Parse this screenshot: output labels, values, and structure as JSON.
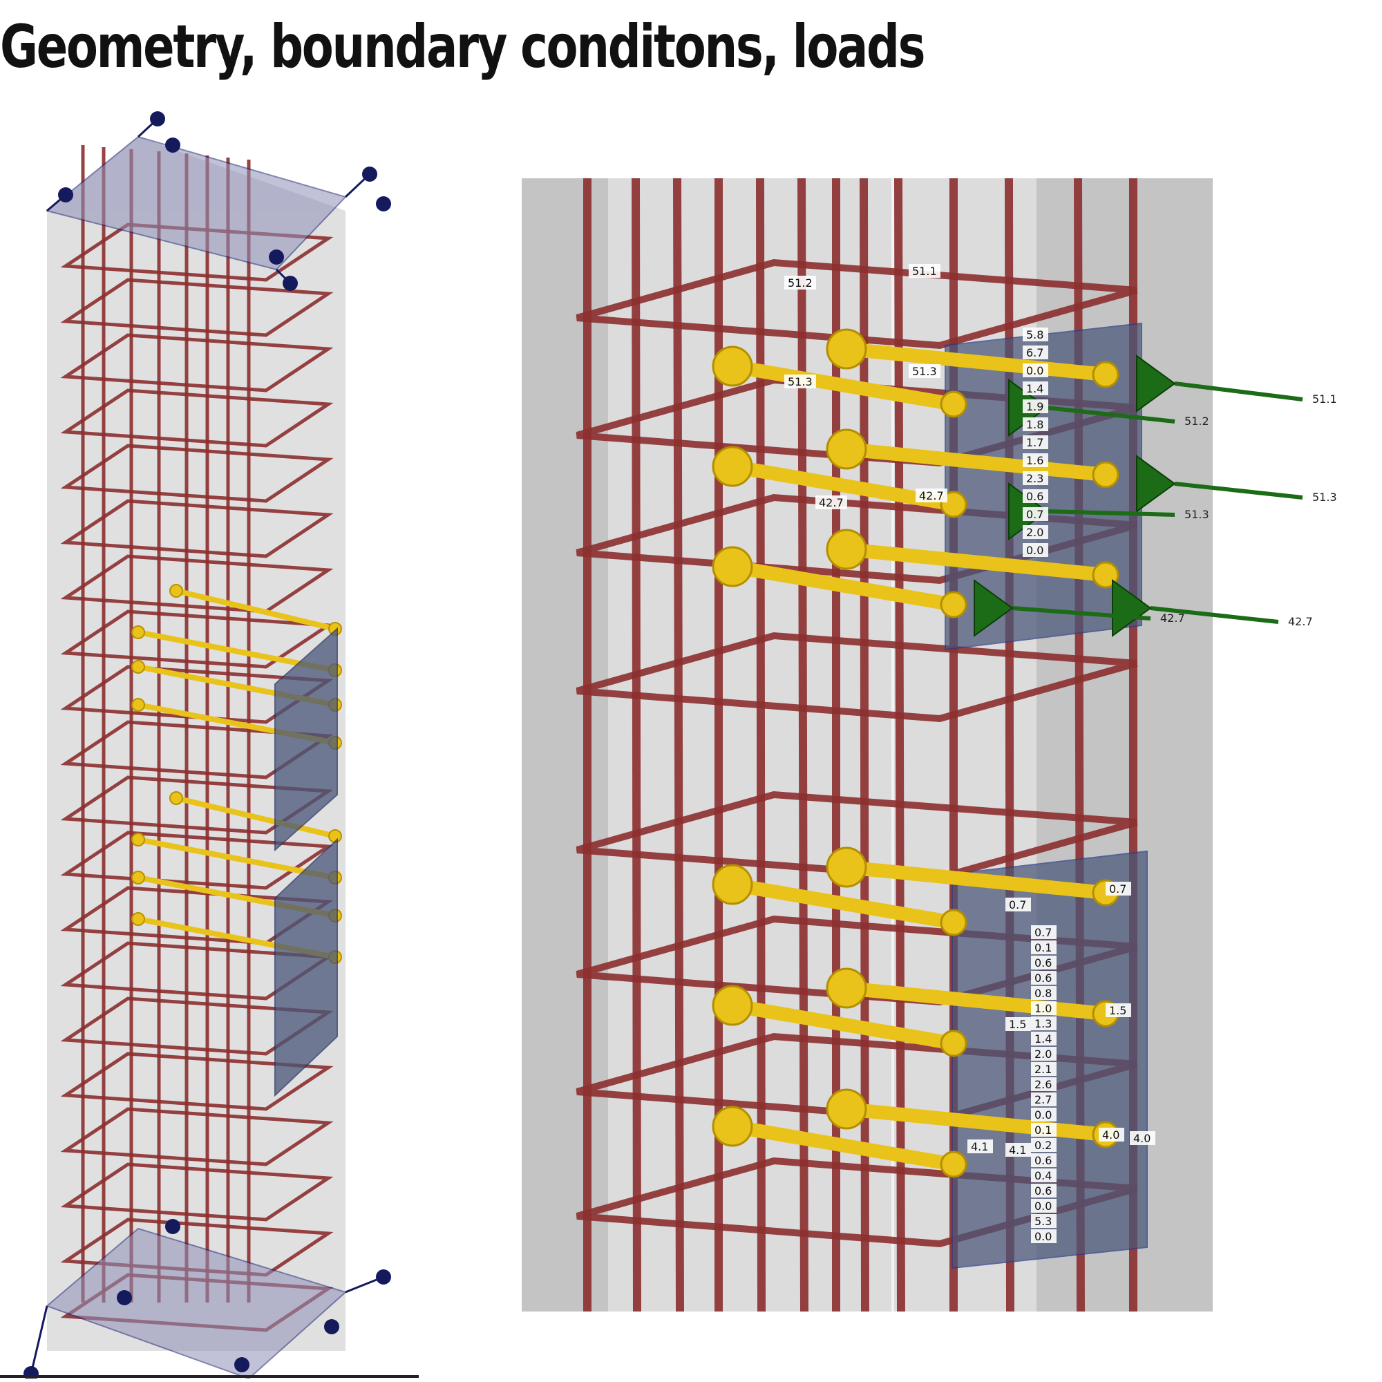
{
  "title": "Geometry, boundary conditons, loads",
  "colors": {
    "rebar": "#8c2f2f",
    "anchor": "#e9c21a",
    "plate": "#3c4867",
    "load": "#1c6b16",
    "support": "#141a5c",
    "concrete": "#d8d8d8"
  },
  "loads": [
    {
      "label": "51.1",
      "row": 1
    },
    {
      "label": "51.2",
      "row": 1
    },
    {
      "label": "51.3",
      "row": 2
    },
    {
      "label": "51.3",
      "row": 2
    },
    {
      "label": "42.7",
      "row": 3
    },
    {
      "label": "42.7",
      "row": 3
    }
  ],
  "anchor_labels_upper": [
    "51.2",
    "51.1",
    "51.3",
    "51.3",
    "42.7",
    "42.7"
  ],
  "anchor_labels_lower": [
    "0.7",
    "0.7",
    "1.5",
    "1.5",
    "4.1",
    "4.1",
    "4.0",
    "4.0"
  ],
  "plate_values_upper": [
    "5.8",
    "6.7",
    "0.0",
    "1.4",
    "1.9",
    "1.8",
    "1.7",
    "1.6",
    "2.3",
    "0.6",
    "0.7",
    "2.0",
    "0.0"
  ],
  "plate_values_lower": [
    "0.7",
    "0.1",
    "0.6",
    "0.6",
    "0.8",
    "1.0",
    "1.3",
    "1.4",
    "2.0",
    "2.1",
    "2.6",
    "2.7",
    "0.0",
    "0.1",
    "0.2",
    "0.6",
    "0.4",
    "0.6",
    "0.0",
    "5.3",
    "0.0"
  ]
}
